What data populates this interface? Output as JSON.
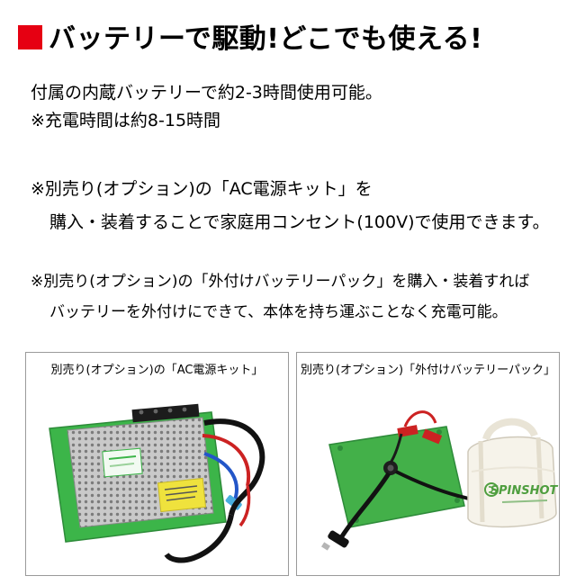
{
  "heading": {
    "text": "バッテリーで駆動!どこでも使える!"
  },
  "intro": {
    "line1": "付属の内蔵バッテリーで約2-3時間使用可能。",
    "line2": "※充電時間は約8-15時間"
  },
  "ac_kit_note": {
    "line1": "※別売り(オプション)の「AC電源キット」を",
    "line2": "購入・装着することで家庭用コンセント(100V)で使用できます。"
  },
  "battery_pack_note": {
    "line1": "※別売り(オプション)の「外付けバッテリーパック」を購入・装着すれば",
    "line2": "バッテリーを外付けにできて、本体を持ち運ぶことなく充電可能。"
  },
  "ac_kit_box": {
    "caption": "別売り(オプション)の「AC電源キット」"
  },
  "battery_pack_box": {
    "caption": "別売り(オプション)「外付けバッテリーパック」"
  },
  "bag": {
    "brand": "SPINSHOT"
  },
  "colors": {
    "accent_red": "#e60012",
    "board_green": "#3cb549",
    "brand_green": "#4f9e3f"
  }
}
